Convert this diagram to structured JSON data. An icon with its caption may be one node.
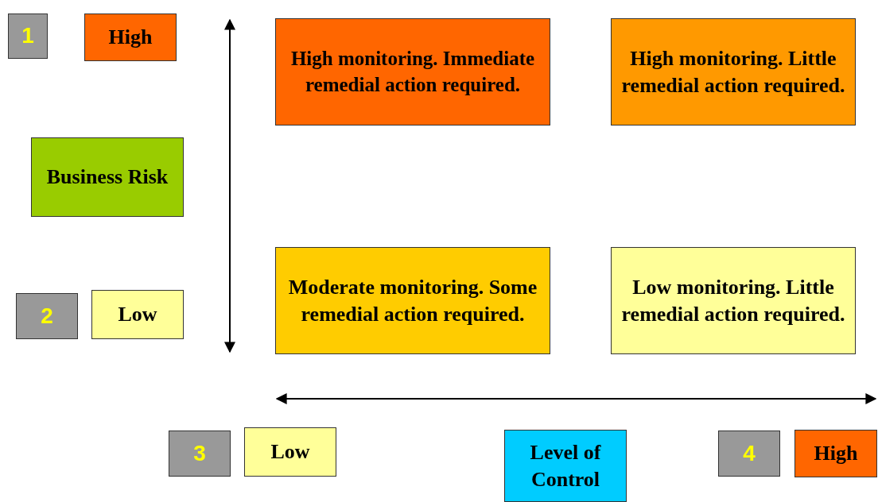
{
  "diagram": {
    "nodes": [
      {
        "text": [
          "1"
        ]
      },
      {
        "text": [
          "High"
        ]
      },
      {
        "text": [
          "High monitoring. Immediate remedial action required."
        ]
      },
      {
        "text": [
          "High monitoring. Little remedial action required."
        ]
      },
      {
        "text": [
          "Business Risk"
        ]
      },
      {
        "text": [
          "Moderate monitoring. Some remedial action required."
        ]
      },
      {
        "text": [
          "Low monitoring. Little remedial action required."
        ]
      },
      {
        "text": [
          "2"
        ]
      },
      {
        "text": [
          "Low"
        ]
      },
      {
        "text": [
          "3"
        ]
      },
      {
        "text": [
          "Low"
        ]
      },
      {
        "text": [
          "Level of Control"
        ]
      },
      {
        "text": [
          "4"
        ]
      },
      {
        "text": [
          "High"
        ]
      }
    ]
  }
}
